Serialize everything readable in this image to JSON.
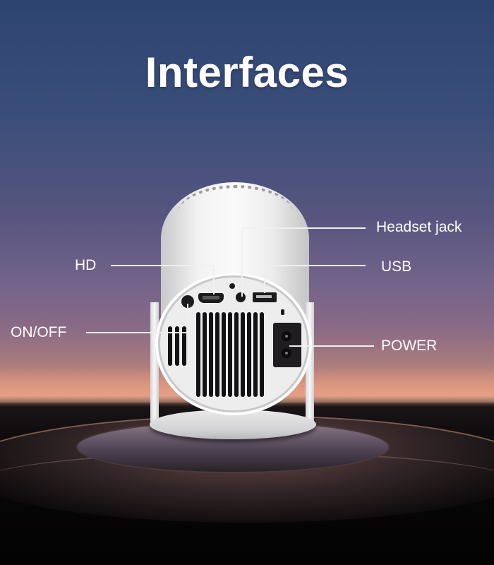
{
  "title": "Interfaces",
  "labels": {
    "hd": "HD",
    "on_off": "ON/OFF",
    "headset_jack": "Headset jack",
    "usb": "USB",
    "power": "POWER"
  },
  "colors": {
    "sky_top": "#2e4470",
    "sky_mid": "#73638a",
    "horizon": "#d99a86",
    "floor": "#030303",
    "device": "#f2f2f2",
    "label_text": "#ffffff"
  }
}
